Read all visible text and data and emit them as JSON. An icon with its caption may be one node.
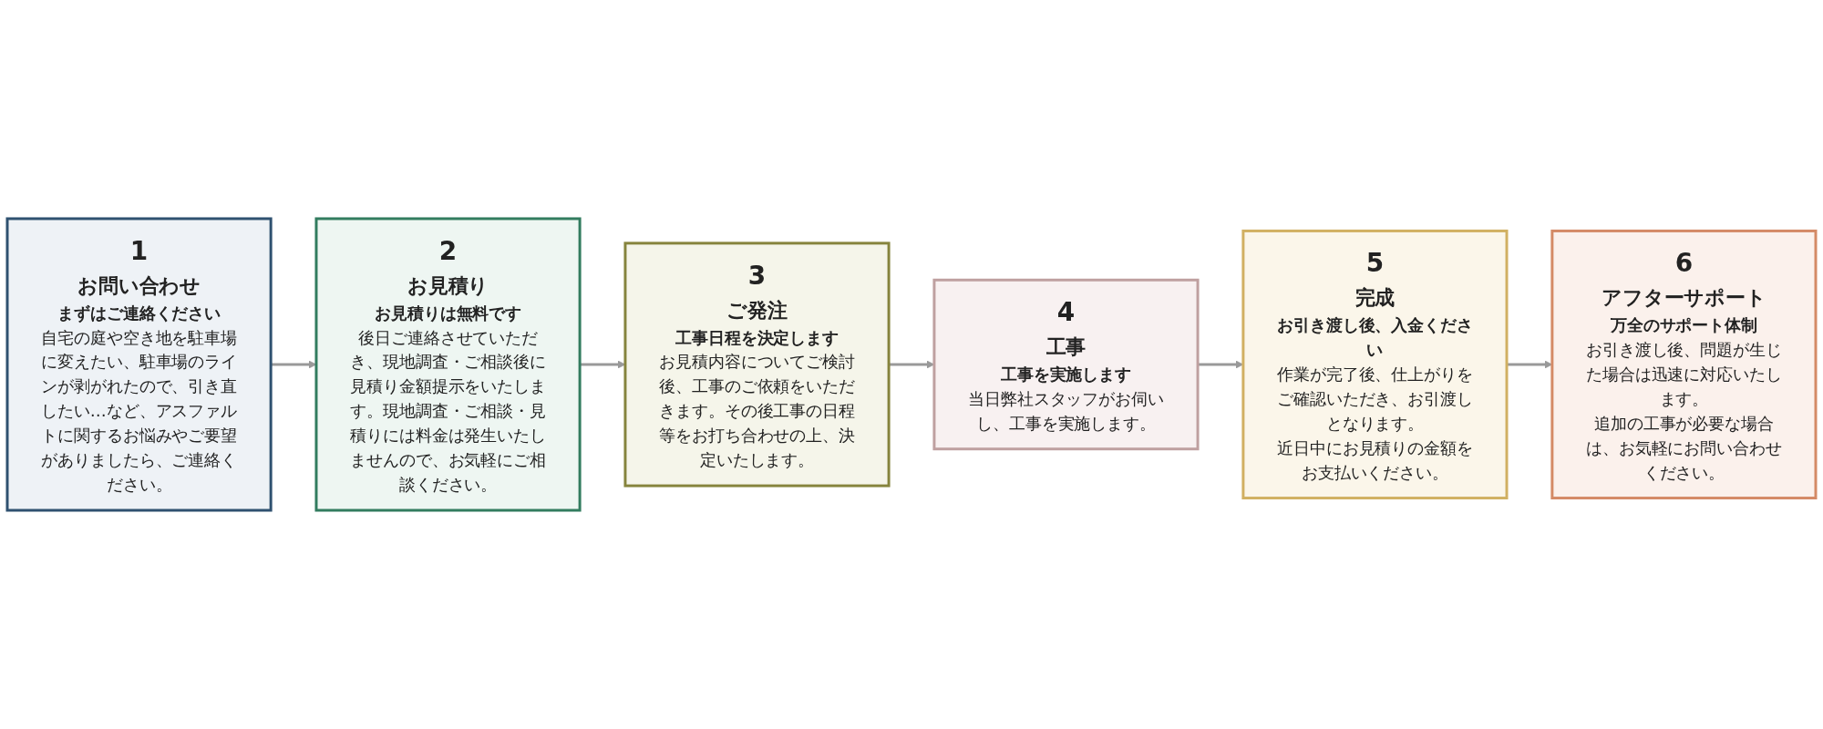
{
  "diagram": {
    "nodes": [
      {
        "text": [
          "1",
          "お問い合わせ",
          "まずはご連絡ください",
          "自宅の庭や空き地を駐車場に変えたい、駐車場のラインが剥がれたので、引き直したい…など、アスファルトに関するお悩みやご要望がありましたら、ご連絡ください。"
        ]
      },
      {
        "text": [
          "2",
          "お見積り",
          "お見積りは無料です",
          "後日ご連絡させていただき、現地調査・ご相談後に見積り金額提示をいたします。現地調査・ご相談・見積りには料金は発生いたしませんので、お気軽にご相談ください。"
        ]
      },
      {
        "text": [
          "3",
          "ご発注",
          "工事日程を決定します",
          "お見積内容についてご検討後、工事のご依頼をいただきます。その後工事の日程等をお打ち合わせの上、決定いたします。"
        ]
      },
      {
        "text": [
          "4",
          "工事",
          "工事を実施します",
          "当日弊社スタッフがお伺いし、工事を実施します。"
        ]
      },
      {
        "text": [
          "5",
          "完成",
          "お引き渡し後、入金ください",
          "作業が完了後、仕上がりをご確認いただき、お引渡しとなります。",
          "近日中にお見積りの金額をお支払いください。"
        ]
      },
      {
        "text": [
          "6",
          "アフターサポート",
          "万全のサポート体制",
          "お引き渡し後、問題が生じた場合は迅速に対応いたします。",
          "追加の工事が必要な場合は、お気軽にお問い合わせください。"
        ]
      }
    ],
    "edges": [
      {
        "from": 0,
        "to": 1,
        "arrow": "to"
      },
      {
        "from": 1,
        "to": 2,
        "arrow": "to"
      },
      {
        "from": 2,
        "to": 3,
        "arrow": "to"
      },
      {
        "from": 3,
        "to": 4,
        "arrow": "to"
      },
      {
        "from": 4,
        "to": 5,
        "arrow": "to"
      }
    ]
  }
}
